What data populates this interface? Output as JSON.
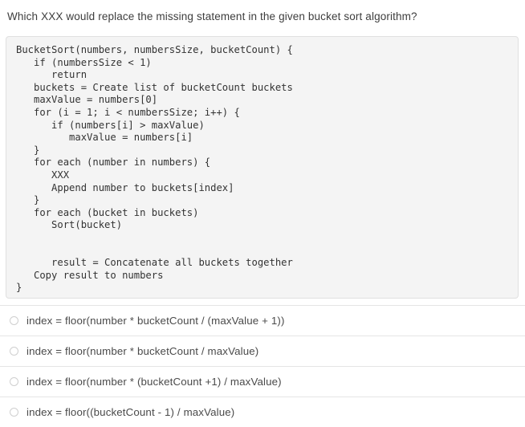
{
  "question": {
    "prompt": "Which XXX would replace the missing statement in the given bucket sort algorithm?"
  },
  "code": {
    "language": "pseudocode",
    "text": "BucketSort(numbers, numbersSize, bucketCount) {\n   if (numbersSize < 1)\n      return\n   buckets = Create list of bucketCount buckets\n   maxValue = numbers[0]\n   for (i = 1; i < numbersSize; i++) {\n      if (numbers[i] > maxValue)\n         maxValue = numbers[i]\n   }\n   for each (number in numbers) {\n      XXX\n      Append number to buckets[index]\n   }\n   for each (bucket in buckets)\n      Sort(bucket)\n\n\n      result = Concatenate all buckets together\n   Copy result to numbers\n}"
  },
  "options": [
    {
      "id": "a",
      "label": "index = floor(number * bucketCount / (maxValue + 1))",
      "selected": false
    },
    {
      "id": "b",
      "label": "index = floor(number * bucketCount / maxValue)",
      "selected": false
    },
    {
      "id": "c",
      "label": "index = floor(number * (bucketCount +1) / maxValue)",
      "selected": false
    },
    {
      "id": "d",
      "label": "index = floor((bucketCount - 1) / maxValue)",
      "selected": false
    }
  ],
  "colors": {
    "page_background": "#ffffff",
    "code_background": "#f4f4f4",
    "code_border": "#e0e0e0",
    "text": "#3d3d3d",
    "option_text": "#4a4a4a",
    "divider": "#e5e5e5",
    "radio_border": "#cfcfcf"
  }
}
